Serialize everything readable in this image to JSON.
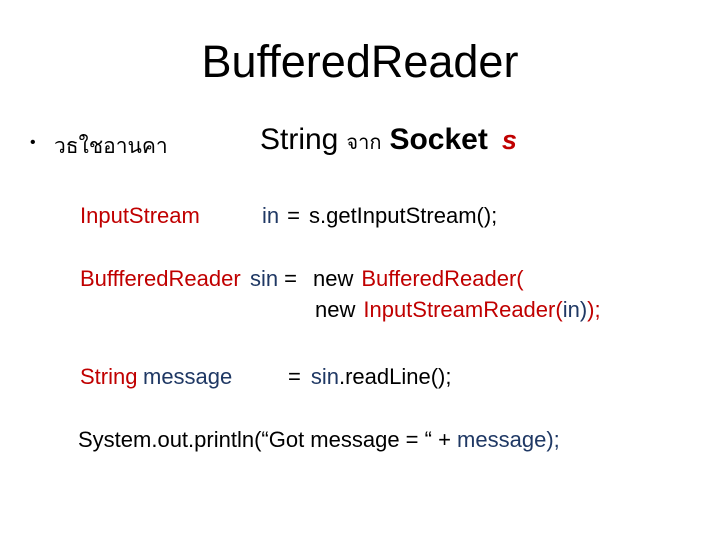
{
  "colors": {
    "red": "#C00000",
    "navy": "#1F3864",
    "black": "#000000"
  },
  "slide": {
    "title": "BufferedReader",
    "bullet": {
      "marker": "•",
      "thai_label": "วธใชอานคา",
      "string_word": "String",
      "from_word": "จาก",
      "socket_word": "Socket",
      "socket_var": "s"
    },
    "code": {
      "line1": {
        "type": "InputStream",
        "var": "in",
        "assign": "=",
        "expr": "s.getInputStream();"
      },
      "line2": {
        "type": "BuffferedReader",
        "var": "sin",
        "assign": "=",
        "new1": "new",
        "ctor1": "BufferedReader(",
        "new2": "new",
        "ctor2": "InputStreamReader(",
        "arg": "in",
        "close_navy": ")",
        "close_red": ");"
      },
      "line3": {
        "type": "String",
        "var": "message",
        "assign": "=",
        "obj": "sin",
        "call": ".readLine();"
      },
      "line4": {
        "prefix": "System.out.println(“Got message = “ + ",
        "var": "message",
        "suffix": ");"
      }
    }
  }
}
